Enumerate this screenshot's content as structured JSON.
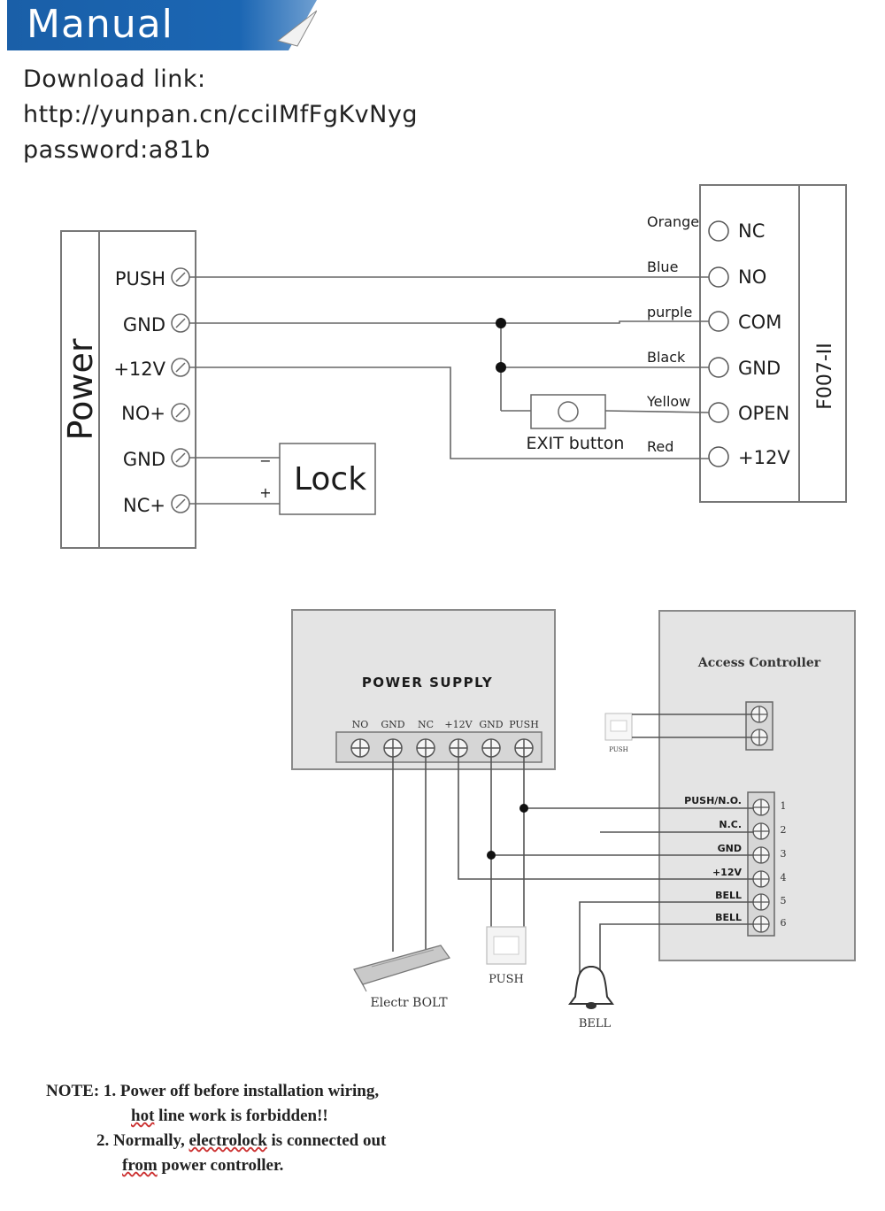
{
  "header": {
    "title": "Manual"
  },
  "download": {
    "label": "Download link:",
    "url": "http://yunpan.cn/cciIMfFgKvNyg",
    "password": "password:a81b"
  },
  "diagram1": {
    "power_label": "Power",
    "power_terminals": [
      "PUSH",
      "GND",
      "+12V",
      "NO+",
      "GND",
      "NC+"
    ],
    "controller_terminals": [
      "NC",
      "NO",
      "COM",
      "GND",
      "OPEN",
      "+12V"
    ],
    "wire_colors": [
      "Orange",
      "Blue",
      "purple",
      "Black",
      "Yellow",
      "Red"
    ],
    "model": "F007-II",
    "exit_button": "EXIT button",
    "lock": {
      "label": "Lock",
      "minus": "−",
      "plus": "+"
    }
  },
  "diagram2": {
    "power_supply": {
      "title": "POWER SUPPLY",
      "terminals": [
        "NO",
        "GND",
        "NC",
        "+12V",
        "GND",
        "PUSH"
      ]
    },
    "access_controller": {
      "title": "Access Controller",
      "terminals": [
        "PUSH/N.O.",
        "N.C.",
        "GND",
        "+12V",
        "BELL",
        "BELL"
      ],
      "numbers": [
        "1",
        "2",
        "3",
        "4",
        "5",
        "6"
      ]
    },
    "push_small": "PUSH",
    "push_button": "PUSH",
    "bolt": "Electr BOLT",
    "bell": "BELL"
  },
  "notes": {
    "line1": "NOTE: 1. Power off before installation wiring,",
    "line2a": "hot",
    "line2b": " line work is forbidden!!",
    "line3a": "2. Normally, ",
    "line3b": "electrolock",
    "line3c": " is connected out",
    "line4a": "from",
    "line4b": " power controller."
  }
}
